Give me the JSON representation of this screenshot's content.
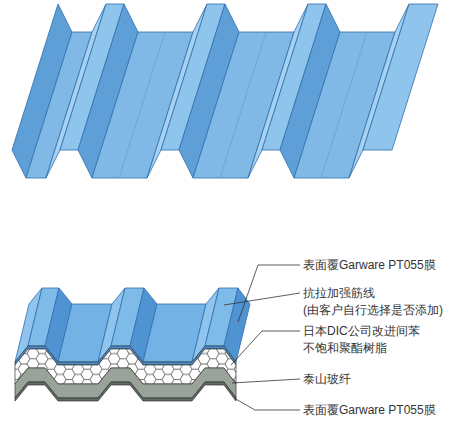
{
  "diagram": {
    "labels": [
      "表面覆Garware PT055膜",
      "抗拉加强筋线 (由客户自行选择是否添加)",
      "日本DIC公司改进间苯 不饱和聚酯树脂",
      "泰山玻纤",
      "表面覆Garware PT055膜"
    ]
  }
}
